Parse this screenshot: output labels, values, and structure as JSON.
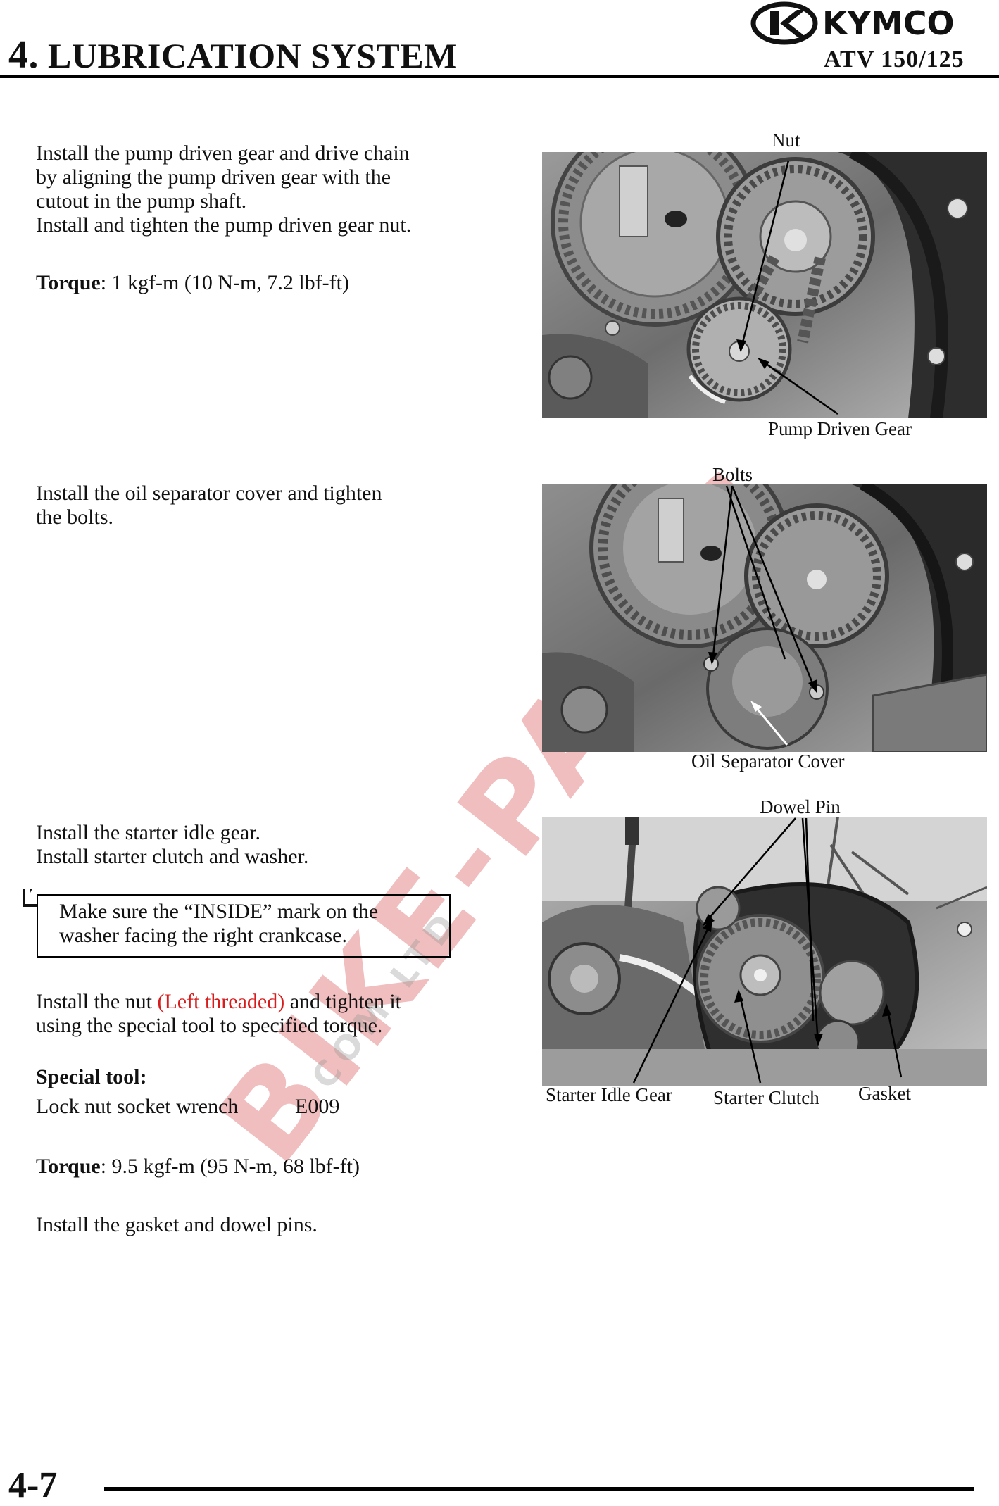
{
  "header": {
    "section_number": "4.",
    "section_title": "LUBRICATION SYSTEM",
    "brand": "KYMCO",
    "model": "ATV 150/125"
  },
  "step1": {
    "lines": [
      "Install the pump driven gear and drive chain",
      "by aligning the pump driven gear with the",
      "cutout in the pump shaft.",
      "Install and tighten the pump driven gear nut."
    ],
    "torque_label": "Torque",
    "torque_value": ": 1 kgf-m (10 N-m, 7.2 lbf-ft)",
    "figure_labels": {
      "nut": "Nut",
      "pump_driven_gear": "Pump Driven Gear"
    }
  },
  "step2": {
    "lines": [
      "Install the oil separator cover and tighten",
      "the bolts."
    ],
    "figure_labels": {
      "bolts": "Bolts",
      "oil_separator_cover": "Oil Separator Cover"
    }
  },
  "step3": {
    "lines": [
      "Install the starter idle gear.",
      "Install starter clutch and washer."
    ],
    "note_lines": [
      "Make sure the “INSIDE” mark on the",
      "washer facing the right crankcase."
    ],
    "nut_text_before": "Install the nut ",
    "nut_text_red": "(Left threaded)",
    "nut_text_after": " and tighten it",
    "nut_text_line2": "using the special tool to specified torque.",
    "special_tool_label": "Special tool:",
    "tool_name": "Lock nut socket wrench",
    "tool_code": "E009",
    "torque_label": "Torque",
    "torque_value": ": 9.5 kgf-m (95 N-m, 68 lbf-ft)",
    "final_line": "Install the gasket and dowel pins.",
    "figure_labels": {
      "dowel_pin": "Dowel Pin",
      "starter_idle_gear": "Starter Idle Gear",
      "starter_clutch": "Starter Clutch",
      "gasket": "Gasket"
    }
  },
  "footer": {
    "page_number": "4-7"
  },
  "watermark": {
    "main": "BIKE-PARTS",
    "sub": "COM.LTD"
  },
  "colors": {
    "accent_red": "#d61c1c",
    "text": "#111111"
  }
}
